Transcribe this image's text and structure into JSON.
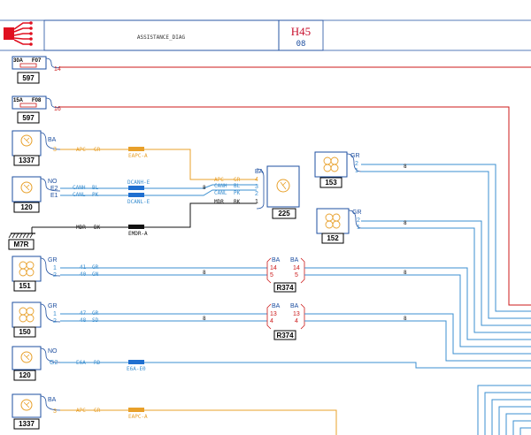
{
  "header": {
    "title": "ASSISTANCE_DIAG",
    "code": "H45",
    "sub": "08"
  },
  "colors": {
    "red": "#cc1a1a",
    "blue": "#3b8fd0",
    "orange": "#e8a02a",
    "black": "#111111",
    "box_border": "#1e4fa0"
  },
  "components": {
    "fuse1": {
      "rating": "30A",
      "ref": "F07",
      "id": "597",
      "pin": "14"
    },
    "fuse2": {
      "rating": "15A",
      "ref": "F08",
      "id": "597",
      "pin": "16"
    },
    "c1337a": {
      "id": "1337",
      "code": "BA",
      "pin": "3"
    },
    "c120a": {
      "id": "120",
      "code": "NO",
      "pins": [
        "E2",
        "E1"
      ]
    },
    "ground": {
      "id": "M7R"
    },
    "c151": {
      "id": "151",
      "code": "GR",
      "pins": [
        "1",
        "2"
      ]
    },
    "c150": {
      "id": "150",
      "code": "GR",
      "pins": [
        "1",
        "2"
      ]
    },
    "c120b": {
      "id": "120",
      "code": "NO",
      "pin": "G2"
    },
    "c1337b": {
      "id": "1337",
      "code": "BA",
      "pin": "3"
    },
    "c225": {
      "id": "225",
      "code": "BA",
      "pins": [
        "4",
        "3",
        "2",
        "1"
      ]
    },
    "c153": {
      "id": "153",
      "code": "GR",
      "pins": [
        "2",
        "1"
      ]
    },
    "c152": {
      "id": "152",
      "code": "GR",
      "pins": [
        "2",
        "1"
      ]
    },
    "r374a": {
      "id": "R374",
      "code": "BA",
      "pins_left": [
        "14",
        "5"
      ],
      "pins_right": [
        "14",
        "5"
      ]
    },
    "r374b": {
      "id": "R374",
      "code": "BA",
      "pins_left": [
        "13",
        "4"
      ],
      "pins_right": [
        "13",
        "4"
      ]
    }
  },
  "wires": {
    "apc_gr": {
      "code": "APC",
      "color": "GR"
    },
    "eapc_a": {
      "label": "EAPC-A"
    },
    "canh_bl": {
      "code": "CANH",
      "color": "BL"
    },
    "canl_pk": {
      "code": "CANL",
      "color": "PK"
    },
    "dcanh_e": {
      "label": "DCANH-E"
    },
    "dcanl_e": {
      "label": "DCANL-E"
    },
    "mdr_bk": {
      "code": "MDR",
      "color": "BK"
    },
    "emdr_a": {
      "label": "EMDR-A"
    },
    "w41_gr": {
      "code": "41",
      "color": "GR"
    },
    "w40_gn": {
      "code": "40",
      "color": "GN"
    },
    "w47_gr": {
      "code": "47",
      "color": "GR"
    },
    "w48_sd": {
      "code": "48",
      "color": "SD"
    },
    "e6a_rd": {
      "code": "E6A",
      "color": "RD"
    },
    "e6a_e0": {
      "label": "E6A-E0"
    },
    "apc225": {
      "code": "APC",
      "color": "GR"
    },
    "canh225": {
      "code": "CANH",
      "color": "BL"
    },
    "canl225": {
      "code": "CANL",
      "color": "PK"
    },
    "mdr225": {
      "code": "MDR",
      "color": "BK"
    }
  }
}
